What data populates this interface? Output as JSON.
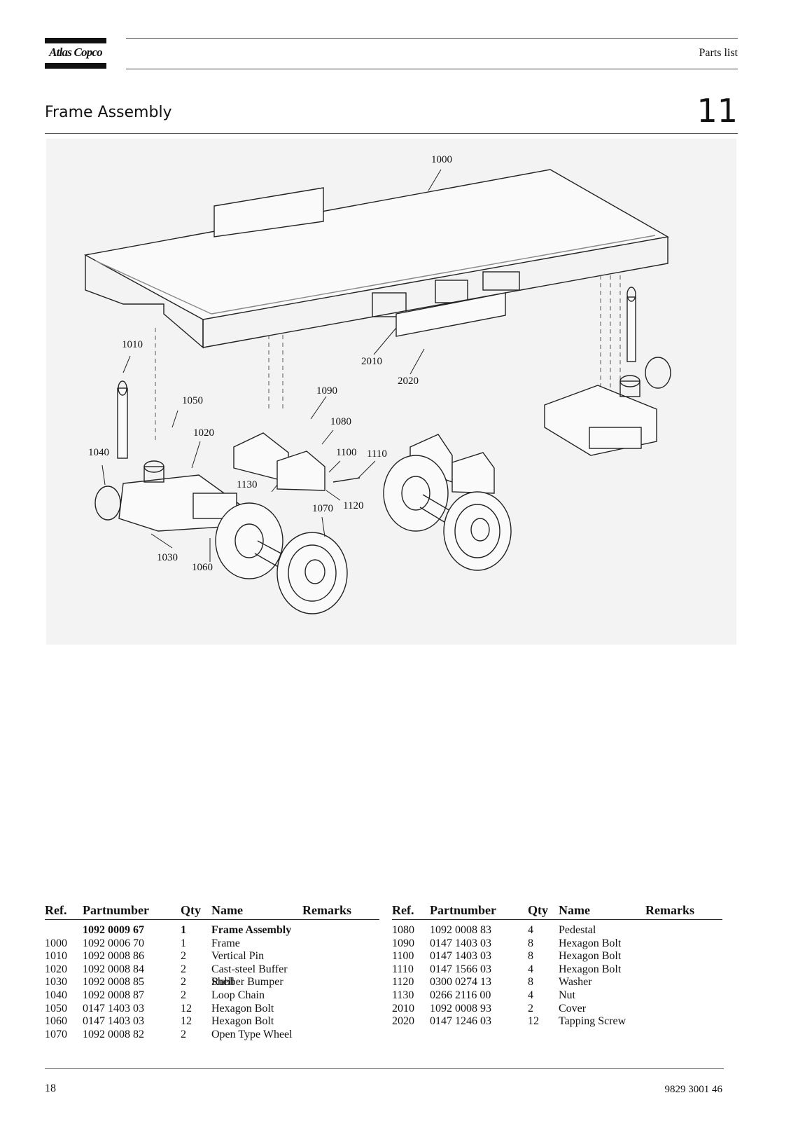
{
  "header": {
    "brand": "Atlas Copco",
    "section_label": "Parts list"
  },
  "title": "Frame Assembly",
  "chapter_number": "11",
  "figure": {
    "callouts": [
      "1000",
      "1010",
      "1020",
      "1030",
      "1040",
      "1050",
      "1060",
      "1070",
      "1080",
      "1090",
      "1100",
      "1110",
      "1120",
      "1130",
      "2010",
      "2020"
    ]
  },
  "table": {
    "headers": {
      "ref": "Ref.",
      "partnumber": "Partnumber",
      "qty": "Qty",
      "name": "Name",
      "remarks": "Remarks"
    },
    "left_rows": [
      {
        "ref": "",
        "partnumber": "1092 0009 67",
        "qty": "1",
        "name": "Frame Assembly",
        "remarks": "",
        "bold": true
      },
      {
        "ref": "1000",
        "partnumber": "1092 0006 70",
        "qty": "1",
        "name": "Frame",
        "remarks": ""
      },
      {
        "ref": "1010",
        "partnumber": "1092 0008 86",
        "qty": "2",
        "name": "Vertical Pin",
        "remarks": ""
      },
      {
        "ref": "1020",
        "partnumber": "1092 0008 84",
        "qty": "2",
        "name": "Cast-steel Buffer Shell",
        "remarks": ""
      },
      {
        "ref": "1030",
        "partnumber": "1092 0008 85",
        "qty": "2",
        "name": "Rubber Bumper",
        "remarks": ""
      },
      {
        "ref": "1040",
        "partnumber": "1092 0008 87",
        "qty": "2",
        "name": "Loop Chain",
        "remarks": ""
      },
      {
        "ref": "1050",
        "partnumber": "0147 1403 03",
        "qty": "12",
        "name": "Hexagon Bolt",
        "remarks": ""
      },
      {
        "ref": "1060",
        "partnumber": "0147 1403 03",
        "qty": "12",
        "name": "Hexagon Bolt",
        "remarks": ""
      },
      {
        "ref": "1070",
        "partnumber": "1092 0008 82",
        "qty": "2",
        "name": "Open Type Wheel",
        "remarks": ""
      }
    ],
    "right_rows": [
      {
        "ref": "1080",
        "partnumber": "1092 0008 83",
        "qty": "4",
        "name": "Pedestal",
        "remarks": ""
      },
      {
        "ref": "1090",
        "partnumber": "0147 1403 03",
        "qty": "8",
        "name": "Hexagon Bolt",
        "remarks": ""
      },
      {
        "ref": "1100",
        "partnumber": "0147 1403 03",
        "qty": "8",
        "name": "Hexagon Bolt",
        "remarks": ""
      },
      {
        "ref": "1110",
        "partnumber": "0147 1566 03",
        "qty": "4",
        "name": "Hexagon Bolt",
        "remarks": ""
      },
      {
        "ref": "1120",
        "partnumber": "0300 0274 13",
        "qty": "8",
        "name": "Washer",
        "remarks": ""
      },
      {
        "ref": "1130",
        "partnumber": "0266 2116 00",
        "qty": "4",
        "name": "Nut",
        "remarks": ""
      },
      {
        "ref": "2010",
        "partnumber": "1092 0008 93",
        "qty": "2",
        "name": "Cover",
        "remarks": ""
      },
      {
        "ref": "2020",
        "partnumber": "0147 1246 03",
        "qty": "12",
        "name": "Tapping Screw",
        "remarks": ""
      }
    ]
  },
  "footer": {
    "page_number": "18",
    "doc_number": "9829 3001 46"
  }
}
